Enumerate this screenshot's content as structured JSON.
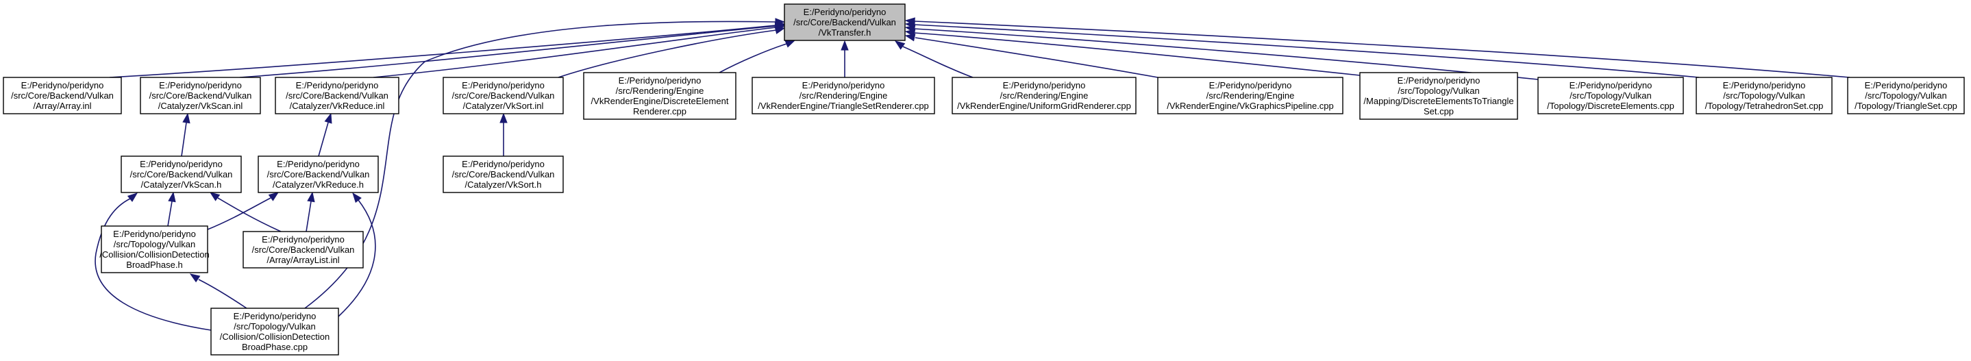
{
  "graph": {
    "nodes": [
      {
        "id": "vktransfer",
        "root": true,
        "lines": [
          "E:/Peridyno/peridyno",
          "/src/Core/Backend/Vulkan",
          "/VkTransfer.h"
        ]
      },
      {
        "id": "array_inl",
        "lines": [
          "E:/Peridyno/peridyno",
          "/src/Core/Backend/Vulkan",
          "/Array/Array.inl"
        ]
      },
      {
        "id": "vkscan_inl",
        "lines": [
          "E:/Peridyno/peridyno",
          "/src/Core/Backend/Vulkan",
          "/Catalyzer/VkScan.inl"
        ]
      },
      {
        "id": "vkreduce_inl",
        "lines": [
          "E:/Peridyno/peridyno",
          "/src/Core/Backend/Vulkan",
          "/Catalyzer/VkReduce.inl"
        ]
      },
      {
        "id": "vksort_inl",
        "lines": [
          "E:/Peridyno/peridyno",
          "/src/Core/Backend/Vulkan",
          "/Catalyzer/VkSort.inl"
        ]
      },
      {
        "id": "de_renderer",
        "lines": [
          "E:/Peridyno/peridyno",
          "/src/Rendering/Engine",
          "/VkRenderEngine/DiscreteElement",
          "Renderer.cpp"
        ]
      },
      {
        "id": "ts_renderer",
        "lines": [
          "E:/Peridyno/peridyno",
          "/src/Rendering/Engine",
          "/VkRenderEngine/TriangleSetRenderer.cpp"
        ]
      },
      {
        "id": "ug_renderer",
        "lines": [
          "E:/Peridyno/peridyno",
          "/src/Rendering/Engine",
          "/VkRenderEngine/UniformGridRenderer.cpp"
        ]
      },
      {
        "id": "gfx_pipeline",
        "lines": [
          "E:/Peridyno/peridyno",
          "/src/Rendering/Engine",
          "/VkRenderEngine/VkGraphicsPipeline.cpp"
        ]
      },
      {
        "id": "mapping_de",
        "lines": [
          "E:/Peridyno/peridyno",
          "/src/Topology/Vulkan",
          "/Mapping/DiscreteElementsToTriangle",
          "Set.cpp"
        ]
      },
      {
        "id": "topo_de",
        "lines": [
          "E:/Peridyno/peridyno",
          "/src/Topology/Vulkan",
          "/Topology/DiscreteElements.cpp"
        ]
      },
      {
        "id": "topo_tet",
        "lines": [
          "E:/Peridyno/peridyno",
          "/src/Topology/Vulkan",
          "/Topology/TetrahedronSet.cpp"
        ]
      },
      {
        "id": "topo_tri",
        "lines": [
          "E:/Peridyno/peridyno",
          "/src/Topology/Vulkan",
          "/Topology/TriangleSet.cpp"
        ]
      },
      {
        "id": "vkscan_h",
        "lines": [
          "E:/Peridyno/peridyno",
          "/src/Core/Backend/Vulkan",
          "/Catalyzer/VkScan.h"
        ]
      },
      {
        "id": "vkreduce_h",
        "lines": [
          "E:/Peridyno/peridyno",
          "/src/Core/Backend/Vulkan",
          "/Catalyzer/VkReduce.h"
        ]
      },
      {
        "id": "vksort_h",
        "lines": [
          "E:/Peridyno/peridyno",
          "/src/Core/Backend/Vulkan",
          "/Catalyzer/VkSort.h"
        ]
      },
      {
        "id": "cdbp_h",
        "lines": [
          "E:/Peridyno/peridyno",
          "/src/Topology/Vulkan",
          "/Collision/CollisionDetection",
          "BroadPhase.h"
        ]
      },
      {
        "id": "arraylist_inl",
        "lines": [
          "E:/Peridyno/peridyno",
          "/src/Core/Backend/Vulkan",
          "/Array/ArrayList.inl"
        ]
      },
      {
        "id": "cdbp_cpp",
        "lines": [
          "E:/Peridyno/peridyno",
          "/src/Topology/Vulkan",
          "/Collision/CollisionDetection",
          "BroadPhase.cpp"
        ]
      }
    ],
    "edges": [
      {
        "from": "array_inl",
        "to": "vktransfer"
      },
      {
        "from": "vkscan_inl",
        "to": "vktransfer"
      },
      {
        "from": "vkreduce_inl",
        "to": "vktransfer"
      },
      {
        "from": "vksort_inl",
        "to": "vktransfer"
      },
      {
        "from": "de_renderer",
        "to": "vktransfer"
      },
      {
        "from": "ts_renderer",
        "to": "vktransfer"
      },
      {
        "from": "ug_renderer",
        "to": "vktransfer"
      },
      {
        "from": "gfx_pipeline",
        "to": "vktransfer"
      },
      {
        "from": "mapping_de",
        "to": "vktransfer"
      },
      {
        "from": "topo_de",
        "to": "vktransfer"
      },
      {
        "from": "topo_tet",
        "to": "vktransfer"
      },
      {
        "from": "topo_tri",
        "to": "vktransfer"
      },
      {
        "from": "cdbp_cpp",
        "to": "vktransfer"
      },
      {
        "from": "vkscan_h",
        "to": "vkscan_inl"
      },
      {
        "from": "vkreduce_h",
        "to": "vkreduce_inl"
      },
      {
        "from": "vksort_h",
        "to": "vksort_inl"
      },
      {
        "from": "cdbp_h",
        "to": "vkscan_h"
      },
      {
        "from": "arraylist_inl",
        "to": "vkscan_h"
      },
      {
        "from": "cdbp_cpp",
        "to": "vkscan_h"
      },
      {
        "from": "cdbp_h",
        "to": "vkreduce_h"
      },
      {
        "from": "arraylist_inl",
        "to": "vkreduce_h"
      },
      {
        "from": "cdbp_cpp",
        "to": "vkreduce_h"
      },
      {
        "from": "cdbp_cpp",
        "to": "cdbp_h"
      }
    ]
  }
}
